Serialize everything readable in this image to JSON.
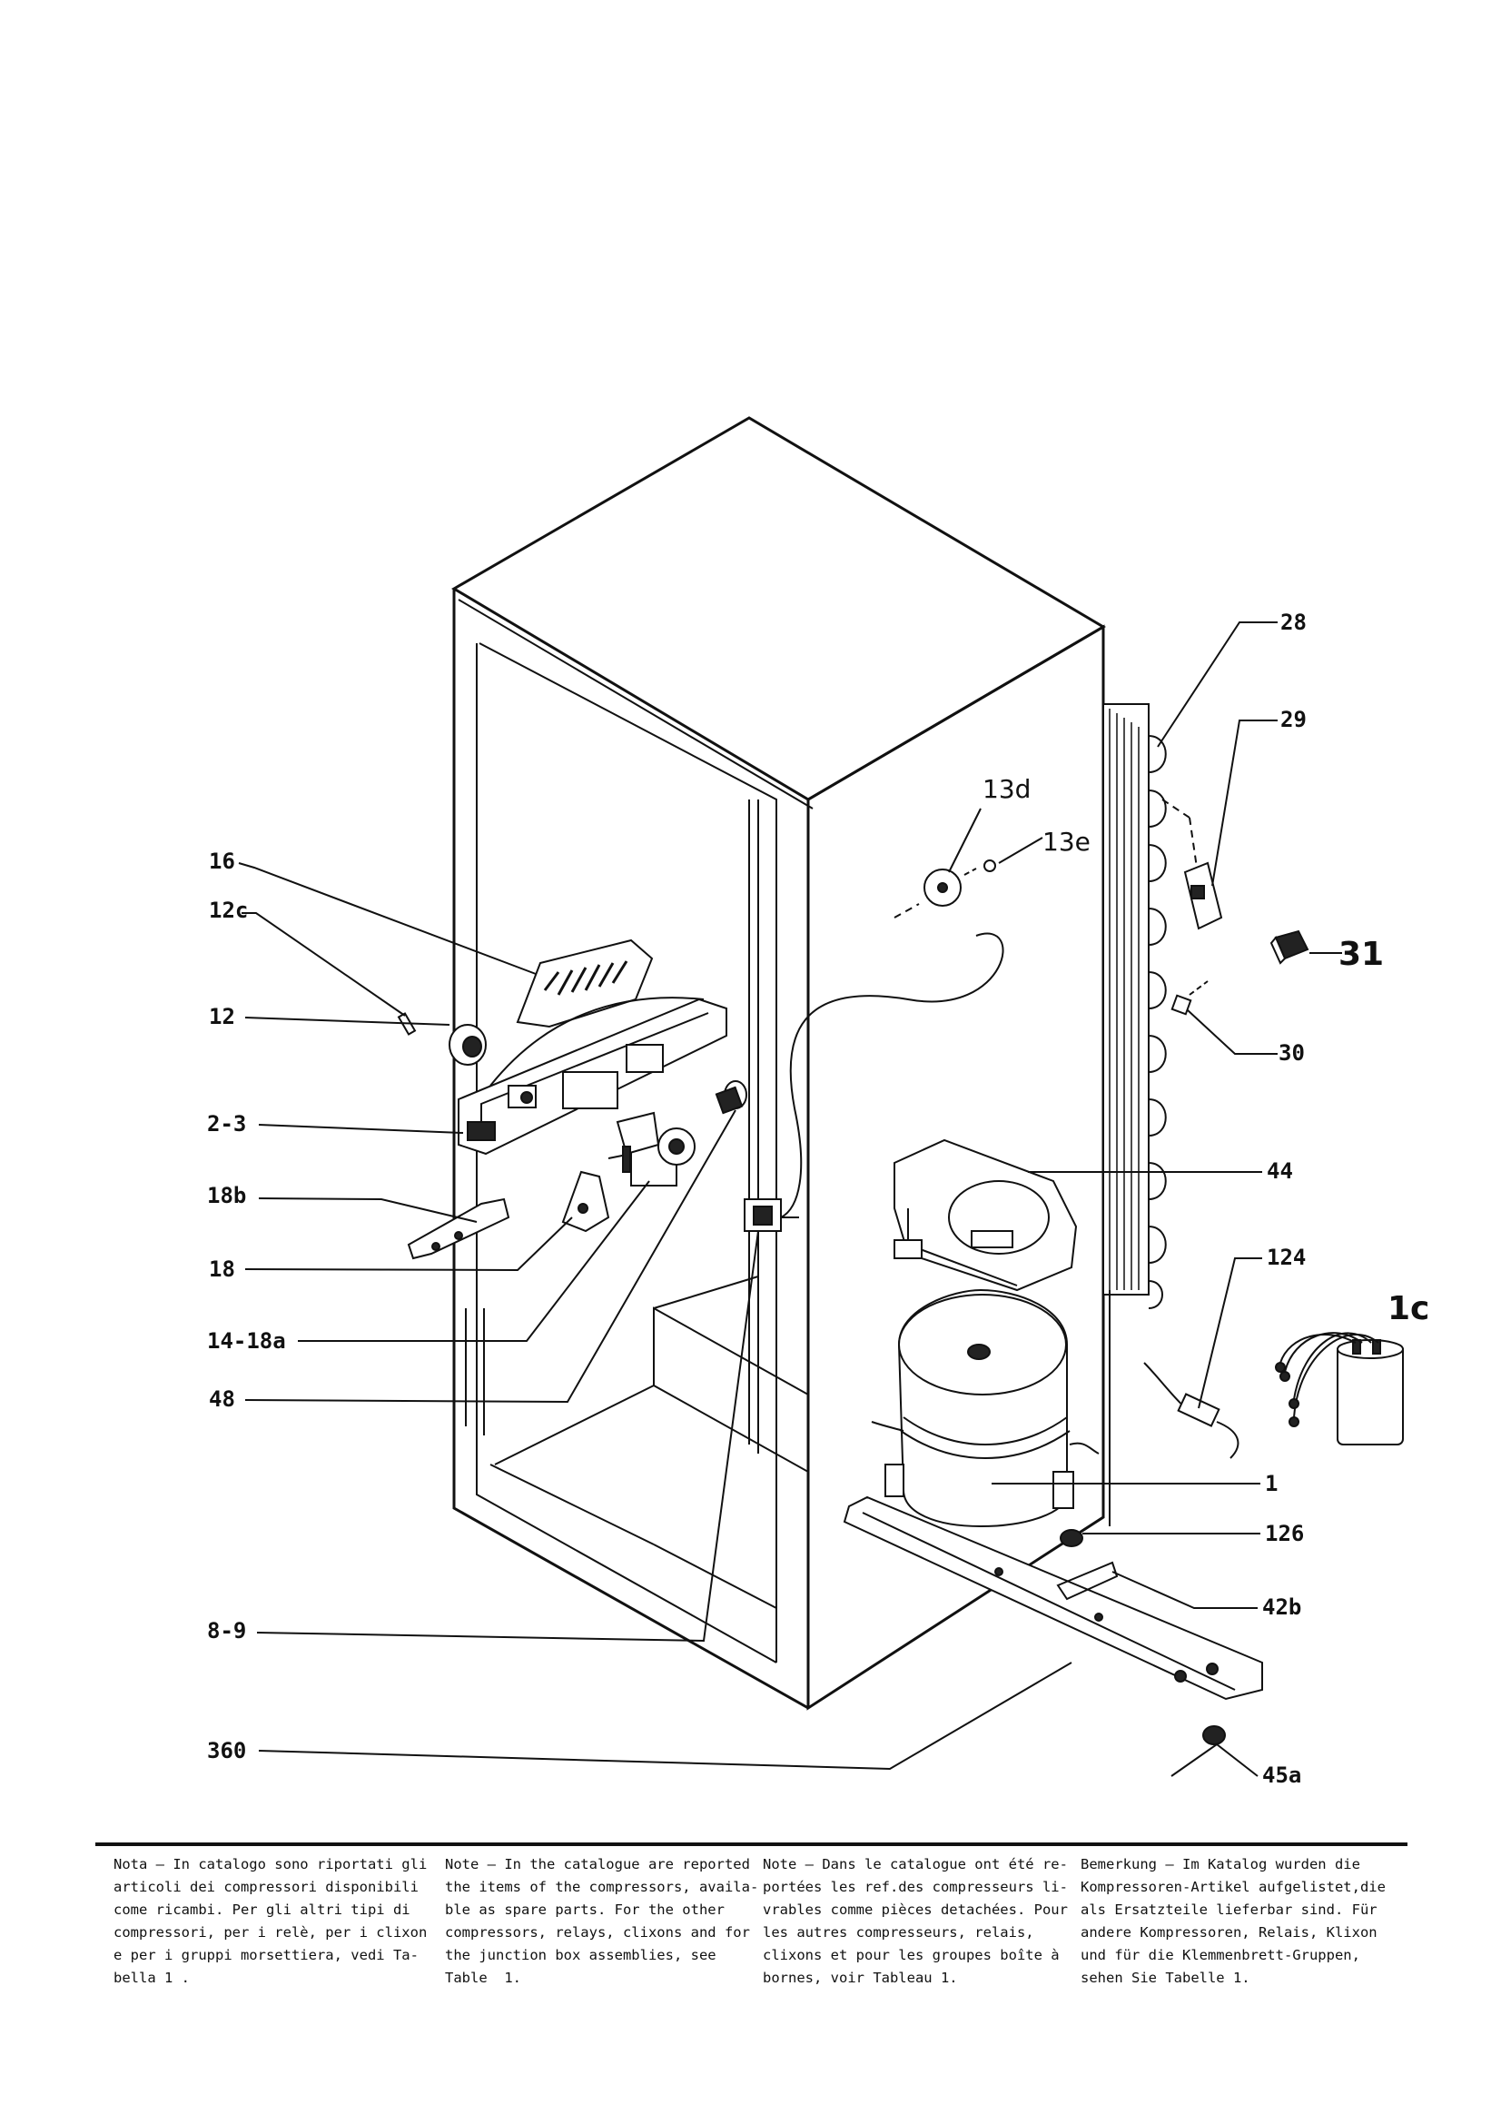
{
  "labels": {
    "l28": "28",
    "l29": "29",
    "l13d": "13d",
    "l13e": "13e",
    "l31": "31",
    "l16": "16",
    "l12c": "12c",
    "l12": "12",
    "l30": "30",
    "l2_3": "2-3",
    "l44": "44",
    "l18b": "18b",
    "l124": "124",
    "l18": "18",
    "l1c": "1c",
    "l14_18a": "14-18a",
    "l48": "48",
    "l1": "1",
    "l126": "126",
    "l42b": "42b",
    "l8_9": "8-9",
    "l360": "360",
    "l45a": "45a"
  },
  "notes": {
    "italian": "Nota – In catalogo sono riportati gli\narticoli dei compressori disponibili\ncome ricambi. Per gli altri tipi di\ncompressori, per i relè, per i clixon\ne per i gruppi morsettiera, vedi Ta-\nbella 1 .",
    "english": "Note – In the catalogue are reported\nthe items of the compressors, availa-\nble as spare parts. For the other\ncompressors, relays, clixons and for\nthe junction box assemblies, see\nTable  1.",
    "french": "Note – Dans le catalogue ont été re-\nportées les ref.des compresseurs li-\nvrables comme pièces detachées. Pour\nles autres compresseurs, relais,\nclixons et pour les groupes boîte à\nbornes, voir Tableau 1.",
    "german": "Bemerkung – Im Katalog wurden die\nKompressoren-Artikel aufgelistet,die\nals Ersatzteile lieferbar sind. Für\nandere Kompressoren, Relais, Klixon\nund für die Klemmenbrett-Gruppen,\nsehen Sie Tabelle 1."
  }
}
